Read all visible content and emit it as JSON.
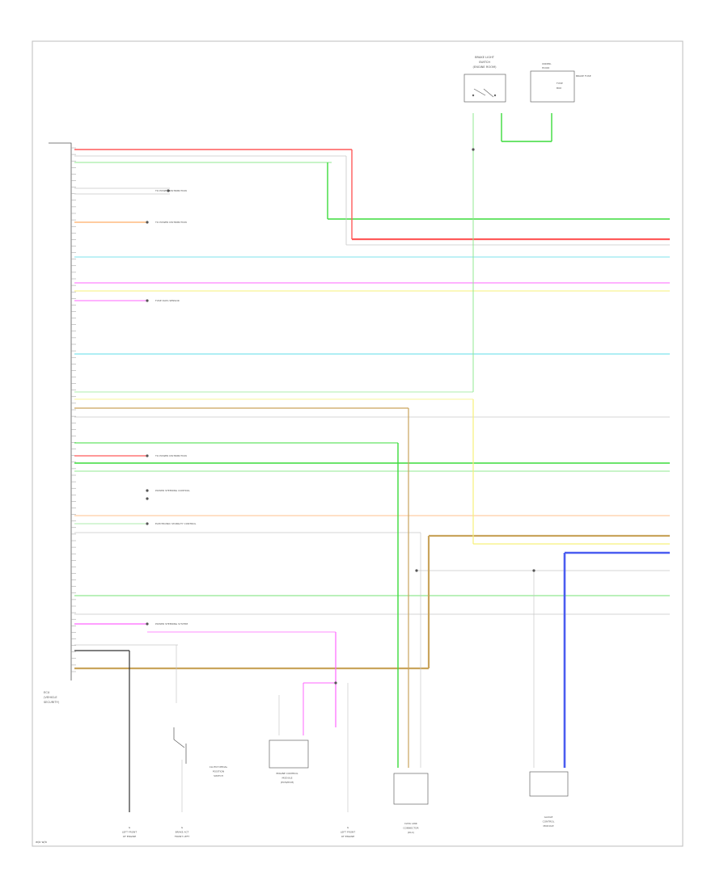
{
  "colors": {
    "red": "#ff5a5a",
    "green": "#3cdc3c",
    "light_green": "#90e890",
    "cyan": "#7fe3ee",
    "magenta": "#ff66ff",
    "yellow": "#f7f07a",
    "orange": "#ffae66",
    "tan": "#c9a45c",
    "blue": "#4a5cf0",
    "gray": "#c8c8c8",
    "black": "#333333"
  },
  "footer_code": "w/o w/o",
  "module_label": {
    "line1": "ECU",
    "line2": "(VEHICLE",
    "line3": "SECURITY)"
  },
  "top_components": {
    "switch": {
      "line1": "BRAKE LIGHT",
      "line2": "SWITCH",
      "line3": "(ENGINE ROOM)"
    },
    "fuse": {
      "line1": "UNDER-",
      "line2": "HOOD",
      "line3": "FUSE",
      "line4": "BOX",
      "side": "BRAKE FUSE"
    }
  },
  "bottom_components": [
    {
      "id": "g1",
      "line1": "G",
      "line2": "LEFT FRONT",
      "line3": "OF ENGINE"
    },
    {
      "id": "g2",
      "line1": "G",
      "line2": "BRAKE ACT",
      "line3": "FRONT LEFT"
    },
    {
      "id": "clutch",
      "line1": "CLUTCH PEDAL",
      "line2": "POSITION",
      "line3": "SWITCH"
    },
    {
      "id": "ecm",
      "line1": "ENGINE CONTROL",
      "line2": "MODULE",
      "line3": "(ECM/PCM)"
    },
    {
      "id": "g3",
      "line1": "G",
      "line2": "LEFT FRONT",
      "line3": "OF ENGINE"
    },
    {
      "id": "dlc",
      "line1": "DATA LINK",
      "line2": "CONNECTOR",
      "line3": "(DLC)"
    },
    {
      "id": "gauge",
      "line1": "GAUGE",
      "line2": "CONTROL",
      "line3": "MODULE"
    }
  ],
  "side_labels": [
    "TO POWER DISTRIBUTION",
    "TO POWER DISTRIBUTION",
    "FUSE DATA SENSOR",
    "TO POWER DISTRIBUTION",
    "POWER STEERING CONTROL",
    "ELECTRONIC STABILITY CONTROL",
    "POWER STEERING SYSTEM"
  ]
}
